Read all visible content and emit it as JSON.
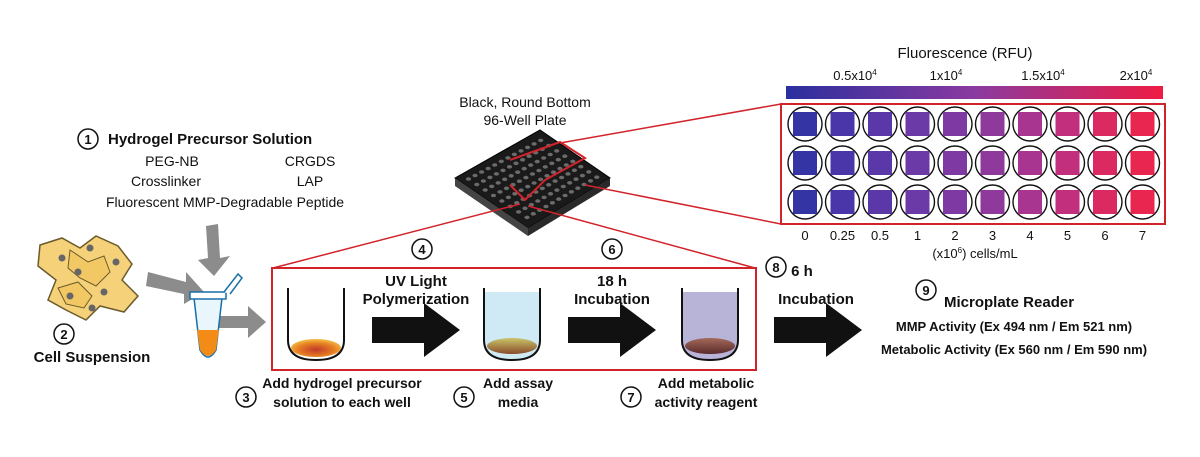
{
  "plate": {
    "title_line1": "Black, Round Bottom",
    "title_line2": "96-Well Plate"
  },
  "colorbar": {
    "title": "Fluorescence (RFU)",
    "ticks": [
      {
        "base": "0.5x10",
        "exp": "4"
      },
      {
        "base": "1x10",
        "exp": "4"
      },
      {
        "base": "1.5x10",
        "exp": "4"
      },
      {
        "base": "2x10",
        "exp": "4"
      }
    ],
    "color_low": "#2b2f9e",
    "color_high": "#ee1c44"
  },
  "wells": {
    "columns": [
      "0",
      "0.25",
      "0.5",
      "1",
      "2",
      "3",
      "4",
      "5",
      "6",
      "7"
    ],
    "rows": 3,
    "axis_label_pre": "(x10",
    "axis_label_exp": "6",
    "axis_label_post": ") cells/mL",
    "cell_colors": [
      "#3534a5",
      "#4a36a8",
      "#5a38a8",
      "#6c3aa6",
      "#7e3aa2",
      "#90399c",
      "#a83690",
      "#c12f7d",
      "#db2a62",
      "#e9264f"
    ]
  },
  "step1": {
    "num": "1",
    "title": "Hydrogel Precursor Solution",
    "items": [
      "PEG-NB",
      "CRGDS",
      "Crosslinker",
      "LAP",
      "Fluorescent MMP-Degradable Peptide"
    ]
  },
  "step2": {
    "num": "2",
    "label": "Cell Suspension"
  },
  "step3": {
    "num": "3",
    "line1": "Add hydrogel precursor",
    "line2": "solution to each well"
  },
  "step4": {
    "num": "4",
    "line1": "UV Light",
    "line2": "Polymerization"
  },
  "step5": {
    "num": "5",
    "line1": "Add assay",
    "line2": "media"
  },
  "step6": {
    "num": "6",
    "line1": "18 h",
    "line2": "Incubation"
  },
  "step7": {
    "num": "7",
    "line1": "Add metabolic",
    "line2": "activity reagent"
  },
  "step8": {
    "num": "8",
    "line1": "6 h",
    "line2": "Incubation"
  },
  "step9": {
    "num": "9",
    "title": "Microplate Reader",
    "line1": "MMP Activity (Ex 494 nm / Em 521 nm)",
    "line2": "Metabolic Activity (Ex 560 nm / Em 590 nm)"
  },
  "colors": {
    "accent_red": "#d2232a",
    "arrow_black": "#111111",
    "arrow_gray": "#8c8c8c",
    "cell_fill": "#f5d27a",
    "tube_orange": "#f28c16",
    "media_blue": "#cfe9f5",
    "reagent_purple": "#b7b4d8"
  }
}
